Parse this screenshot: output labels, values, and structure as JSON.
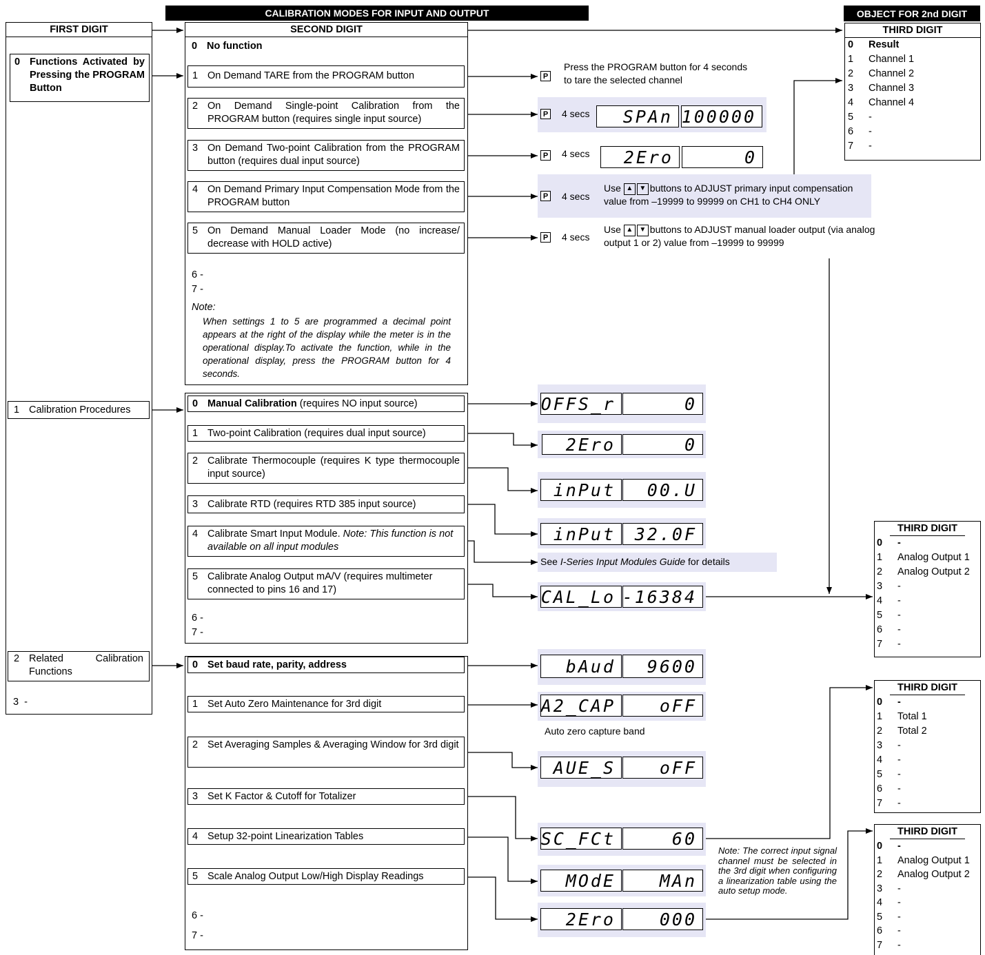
{
  "title": "CALIBRATION MODES FOR INPUT AND OUTPUT",
  "first_digit": {
    "header": "FIRST DIGIT",
    "items": [
      {
        "num": "0",
        "label": "Functions Activated by Pressing the PROGRAM Button"
      },
      {
        "num": "1",
        "label": "Calibration Procedures"
      },
      {
        "num": "2",
        "label": "Related Calibration Functions"
      },
      {
        "num": "3",
        "label": "-"
      }
    ]
  },
  "second_digit": {
    "header": "SECOND DIGIT",
    "group0": {
      "none_num": "0",
      "none_label": "No function",
      "items": [
        {
          "num": "1",
          "label": "On Demand TARE from the PROGRAM button"
        },
        {
          "num": "2",
          "label": "On Demand Single-point Calibration from the PROGRAM button (requires single input source)"
        },
        {
          "num": "3",
          "label": "On Demand Two-point Calibration from the PROGRAM button (requires dual input source)"
        },
        {
          "num": "4",
          "label": "On Demand Primary Input Compensation Mode from the PROGRAM button"
        },
        {
          "num": "5",
          "label": "On Demand Manual Loader Mode (no increase/ decrease with HOLD active)"
        }
      ],
      "d6": "6  -",
      "d7": "7  -",
      "note_title": "Note:",
      "note_body": "When settings 1 to 5 are programmed a decimal point appears at the right of the display while the meter is in the operational display.To activate the function, while in the operational display, press the PROGRAM button for 4 seconds."
    },
    "group1": {
      "items": [
        {
          "num": "0",
          "label_bold": "Manual Calibration",
          "label": " (requires NO input source)"
        },
        {
          "num": "1",
          "label": "Two-point Calibration (requires dual input source)"
        },
        {
          "num": "2",
          "label": "Calibrate Thermocouple (requires K type thermocouple input source)"
        },
        {
          "num": "3",
          "label": "Calibrate RTD (requires RTD 385 input source)"
        },
        {
          "num": "4",
          "label": "Calibrate Smart Input Module. ",
          "label_italic": "Note: This function is not available on all input modules"
        },
        {
          "num": "5",
          "label": "Calibrate Analog Output mA/V (requires multimeter connected to pins 16 and 17)"
        }
      ],
      "d6": "6  -",
      "d7": "7  -"
    },
    "group2": {
      "items": [
        {
          "num": "0",
          "label": "Set baud rate, parity, address"
        },
        {
          "num": "1",
          "label": "Set Auto Zero Maintenance for 3rd digit"
        },
        {
          "num": "2",
          "label": "Set Averaging Samples & Averaging Window for 3rd digit"
        },
        {
          "num": "3",
          "label": "Set K Factor & Cutoff for Totalizer"
        },
        {
          "num": "4",
          "label": "Setup 32-point Linearization Tables"
        },
        {
          "num": "5",
          "label": "Scale Analog Output Low/High Display Readings"
        }
      ],
      "d6": "6  -",
      "d7": "7  -"
    }
  },
  "results": {
    "p_glyph": "P",
    "secs": "4 secs",
    "tare_text": "Press the PROGRAM button for 4 seconds to tare the selected channel",
    "comp_use": "Use",
    "comp_text": "buttons to ADJUST primary input compensation value from –19999 to 99999 on CH1 to CH4 ONLY",
    "loader_use": "Use",
    "loader_text": "buttons to ADJUST manual loader output (via analog output 1 or 2) value from –19999 to 99999",
    "see_pre": "See ",
    "see_italic": "I-Series Input Modules Guide",
    "see_post": " for details",
    "autozero_caption": "Auto zero capture band",
    "lin_note": "Note: The correct input signal channel must be selected in the 3rd digit when configuring a linearization table using the auto setup mode.",
    "up_arrow": "▲",
    "down_arrow": "▼"
  },
  "lcd": {
    "span": [
      "SPAn",
      "100000"
    ],
    "zero2": [
      "2Ero",
      "0"
    ],
    "offs": [
      "OFFS_r",
      "0"
    ],
    "zero_tp": [
      "2Ero",
      "0"
    ],
    "input_tc": [
      "inPut",
      "00.U"
    ],
    "input_rtd": [
      "inPut",
      "32.0F"
    ],
    "cal_lo": [
      "CAL_Lo",
      "-16384"
    ],
    "baud": [
      "bAud",
      "9600"
    ],
    "azcap": [
      "A2_CAP",
      "oFF"
    ],
    "aves": [
      "AUE_S",
      "oFF"
    ],
    "scfct": [
      "SC_FCt",
      "60"
    ],
    "mode": [
      "MOdE",
      "MAn"
    ],
    "zero_ao": [
      "2Ero",
      "000"
    ]
  },
  "third_digit_obj": {
    "title": "OBJECT FOR 2nd DIGIT",
    "header": "THIRD DIGIT",
    "items": [
      [
        "0",
        "Result"
      ],
      [
        "1",
        "Channel 1"
      ],
      [
        "2",
        "Channel 2"
      ],
      [
        "3",
        "Channel 3"
      ],
      [
        "4",
        "Channel 4"
      ],
      [
        "5",
        "-"
      ],
      [
        "6",
        "-"
      ],
      [
        "7",
        "-"
      ]
    ]
  },
  "third_digit_ao1": {
    "header": "THIRD DIGIT",
    "items": [
      [
        "0",
        "-"
      ],
      [
        "1",
        "Analog Output 1"
      ],
      [
        "2",
        "Analog Output 2"
      ],
      [
        "3",
        "-"
      ],
      [
        "4",
        "-"
      ],
      [
        "5",
        "-"
      ],
      [
        "6",
        "-"
      ],
      [
        "7",
        "-"
      ]
    ]
  },
  "third_digit_tot": {
    "header": "THIRD DIGIT",
    "items": [
      [
        "0",
        "-"
      ],
      [
        "1",
        "Total 1"
      ],
      [
        "2",
        "Total 2"
      ],
      [
        "3",
        "-"
      ],
      [
        "4",
        "-"
      ],
      [
        "5",
        "-"
      ],
      [
        "6",
        "-"
      ],
      [
        "7",
        "-"
      ]
    ]
  },
  "third_digit_ao2": {
    "header": "THIRD DIGIT",
    "items": [
      [
        "0",
        "-"
      ],
      [
        "1",
        "Analog Output 1"
      ],
      [
        "2",
        "Analog Output 2"
      ],
      [
        "3",
        "-"
      ],
      [
        "4",
        "-"
      ],
      [
        "5",
        "-"
      ],
      [
        "6",
        "-"
      ],
      [
        "7",
        "-"
      ]
    ]
  }
}
